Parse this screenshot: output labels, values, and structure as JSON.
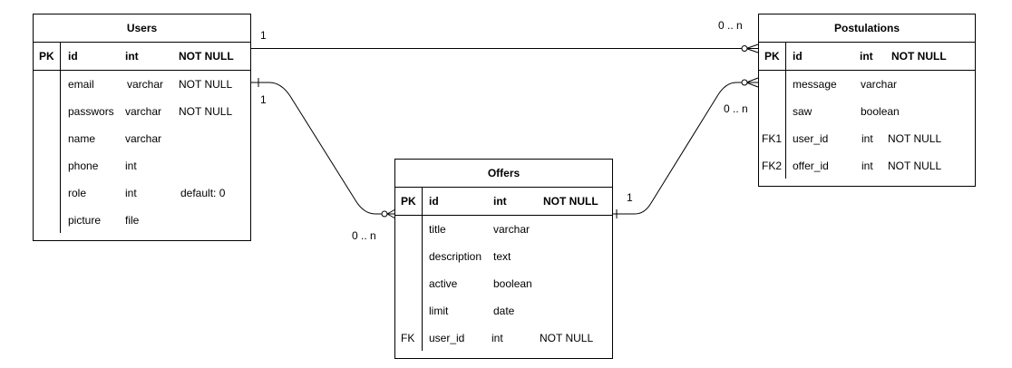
{
  "tables": {
    "users": {
      "title": "Users",
      "pk": {
        "key": "PK",
        "name": "id",
        "type": "int",
        "constraint": "NOT NULL"
      },
      "rows": [
        {
          "key": "",
          "name": "email",
          "type": "varchar",
          "constraint": "NOT NULL"
        },
        {
          "key": "",
          "name": "passwors",
          "type": "varchar",
          "constraint": "NOT NULL"
        },
        {
          "key": "",
          "name": "name",
          "type": "varchar",
          "constraint": ""
        },
        {
          "key": "",
          "name": "phone",
          "type": "int",
          "constraint": ""
        },
        {
          "key": "",
          "name": "role",
          "type": "int",
          "constraint": "default: 0"
        },
        {
          "key": "",
          "name": "picture",
          "type": "file",
          "constraint": ""
        }
      ]
    },
    "postulations": {
      "title": "Postulations",
      "pk": {
        "key": "PK",
        "name": "id",
        "type": "int",
        "constraint": "NOT NULL"
      },
      "rows": [
        {
          "key": "",
          "name": "message",
          "type": "varchar",
          "constraint": ""
        },
        {
          "key": "",
          "name": "saw",
          "type": "boolean",
          "constraint": ""
        },
        {
          "key": "FK1",
          "name": "user_id",
          "type": "int",
          "constraint": "NOT NULL"
        },
        {
          "key": "FK2",
          "name": "offer_id",
          "type": "int",
          "constraint": "NOT NULL"
        }
      ]
    },
    "offers": {
      "title": "Offers",
      "pk": {
        "key": "PK",
        "name": "id",
        "type": "int",
        "constraint": "NOT NULL"
      },
      "rows": [
        {
          "key": "",
          "name": "title",
          "type": "varchar",
          "constraint": ""
        },
        {
          "key": "",
          "name": "description",
          "type": "text",
          "constraint": ""
        },
        {
          "key": "",
          "name": "active",
          "type": "boolean",
          "constraint": ""
        },
        {
          "key": "",
          "name": "limit",
          "type": "date",
          "constraint": ""
        },
        {
          "key": "FK",
          "name": "user_id",
          "type": "int",
          "constraint": "NOT NULL"
        }
      ]
    }
  },
  "relations": {
    "users_postulations": {
      "from_card": "1",
      "to_card": "0 .. n"
    },
    "users_offers": {
      "from_card": "1",
      "to_card": "0 .. n"
    },
    "offers_postulations": {
      "from_card": "1",
      "to_card": "0 .. n"
    }
  },
  "colors": {
    "line": "#000000",
    "background": "#ffffff"
  }
}
